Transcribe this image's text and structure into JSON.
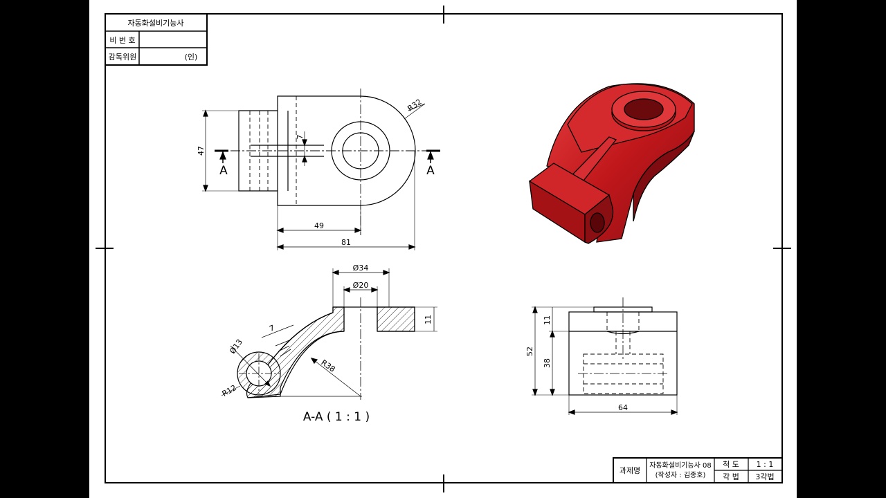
{
  "header_block": {
    "title": "자동화설비기능사",
    "row1_label": "비 번 호",
    "row1_value": "",
    "row2_label": "감독위원",
    "row2_value": "(인)"
  },
  "top_view": {
    "dim_height": "47",
    "dim_small": "7",
    "dim_radius": "R32",
    "dim_49": "49",
    "dim_81": "81",
    "cut_label_left": "A",
    "cut_label_right": "A"
  },
  "section_view": {
    "dim_d34": "Ø34",
    "dim_d20": "Ø20",
    "dim_11": "11",
    "dim_7": "7",
    "dim_d13": "Ø13",
    "dim_r12": "R12",
    "dim_r38": "R38",
    "caption": "A-A ( 1 : 1 )"
  },
  "side_view": {
    "dim_11": "11",
    "dim_52": "52",
    "dim_38": "38",
    "dim_64": "64"
  },
  "render_3d": {
    "body_color": "#c0171b",
    "shade_color": "#7e0c10",
    "highlight_color": "#e53c3f"
  },
  "title_block": {
    "label_name": "과제명",
    "project_line1": "자동화설비기능사 08",
    "project_line2": "(작성자 : 김종호)",
    "scale_label": "척  도",
    "scale_value": "1 : 1",
    "method_label": "각  법",
    "method_value": "3각법"
  }
}
